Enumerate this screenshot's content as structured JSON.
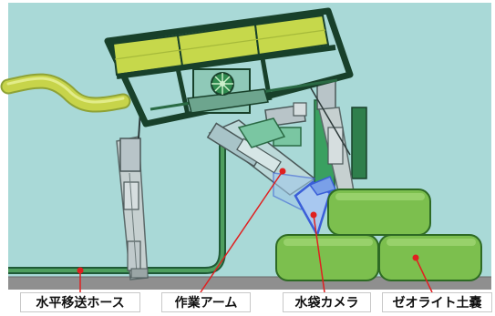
{
  "labels": {
    "hose": "水平移送ホース",
    "arm": "作業アーム",
    "camera": "水袋カメラ",
    "bag": "ゼオライト土嚢"
  },
  "colors": {
    "background_water": "#a9d9d7",
    "floor": "#8f8f8f",
    "bag_green": "#7cbf4e",
    "frame_dark": "#18402a",
    "panel_yellow": "#c6d84b",
    "hose_yellow": "#c7d44a",
    "camera_blue": "#3b5fd8",
    "leader_red": "#e02020"
  },
  "icons": [
    "fan-icon"
  ]
}
